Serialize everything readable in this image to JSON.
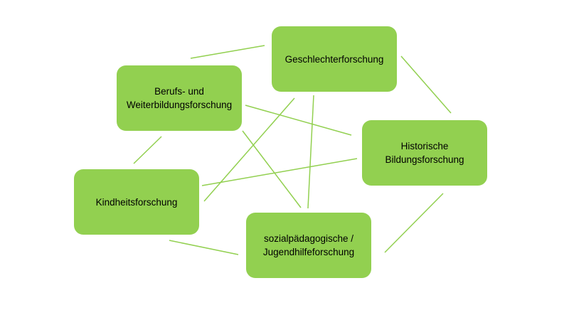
{
  "diagram": {
    "colors": {
      "node_fill": "#92d050",
      "connector": "#92d050",
      "text": "#000000",
      "background": "#ffffff"
    },
    "nodes": {
      "geschlechter": {
        "label": "Geschlechterforschung"
      },
      "berufs": {
        "label": "Berufs- und\nWeiterbildungsforschung"
      },
      "historische": {
        "label": "Historische\nBildungsforschung"
      },
      "kindheits": {
        "label": "Kindheitsforschung"
      },
      "sozial": {
        "label": "sozialpädagogische /\nJugendhilfeforschung"
      }
    },
    "connections": [
      {
        "from": "berufs",
        "to": "geschlechter"
      },
      {
        "from": "geschlechter",
        "to": "historische"
      },
      {
        "from": "berufs",
        "to": "historische"
      },
      {
        "from": "berufs",
        "to": "sozial"
      },
      {
        "from": "berufs",
        "to": "kindheits"
      },
      {
        "from": "geschlechter",
        "to": "kindheits"
      },
      {
        "from": "geschlechter",
        "to": "sozial"
      },
      {
        "from": "historische",
        "to": "kindheits"
      },
      {
        "from": "historische",
        "to": "sozial"
      },
      {
        "from": "kindheits",
        "to": "sozial"
      }
    ]
  }
}
